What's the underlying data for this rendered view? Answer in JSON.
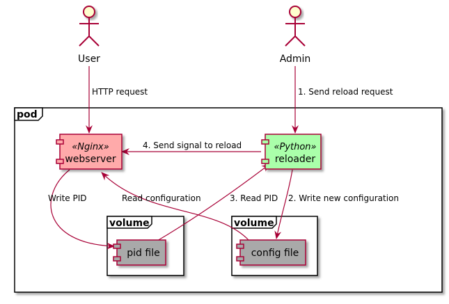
{
  "actors": {
    "user": {
      "label": "User"
    },
    "admin": {
      "label": "Admin"
    }
  },
  "frames": {
    "pod": {
      "label": "pod"
    },
    "volume_pid": {
      "label": "volume"
    },
    "volume_config": {
      "label": "volume"
    }
  },
  "components": {
    "webserver": {
      "stereotype": "«Nginx»",
      "label": "webserver",
      "fill": "#ffaaaa"
    },
    "reloader": {
      "stereotype": "«Python»",
      "label": "reloader",
      "fill": "#aaffaa"
    },
    "pid_file": {
      "label": "pid file",
      "fill": "#a9a9a9"
    },
    "config_file": {
      "label": "config file",
      "fill": "#a9a9a9"
    }
  },
  "edges": {
    "http_request": "HTTP request",
    "send_reload_request": "1. Send reload request",
    "write_new_configuration": "2. Write new configuration",
    "read_pid": "3. Read PID",
    "send_signal": "4. Send signal to reload",
    "write_pid": "Write PID",
    "read_configuration": "Read configuration"
  },
  "colors": {
    "line": "#a80036",
    "actor_fill": "#fefece",
    "frame": "#000000"
  }
}
